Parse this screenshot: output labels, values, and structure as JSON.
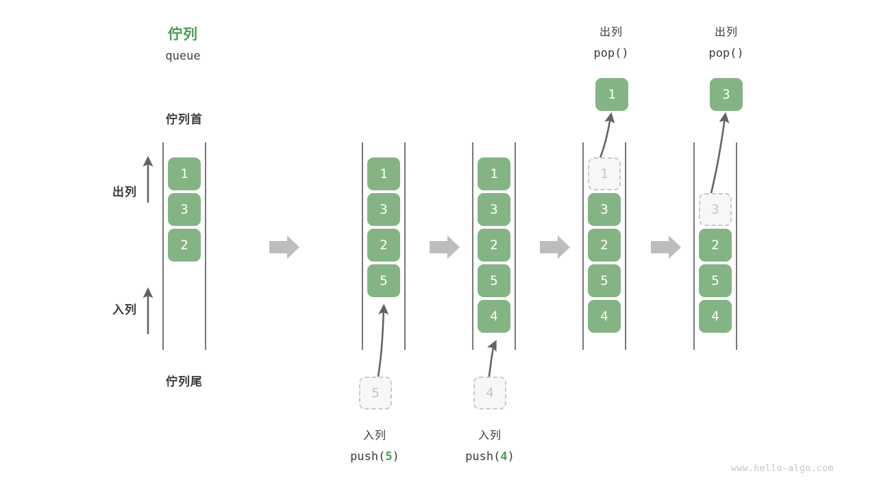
{
  "diagram": {
    "title_cn": "佇列",
    "title_en": "queue",
    "head_label": "佇列首",
    "tail_label": "佇列尾",
    "dequeue_label": "出列",
    "enqueue_label": "入列",
    "watermark": "www.hello-algo.com",
    "colors": {
      "cell_fill": "#84b484",
      "cell_text": "#ffffff",
      "ghost_fill": "#f7f7f7",
      "ghost_border": "#c9c9c9",
      "ghost_text": "#c4c4c4",
      "accent_green": "#4c9a58",
      "rail": "#555555",
      "step_arrow": "#bdbdbd",
      "motion_arrow": "#636363",
      "text": "#3b3b3b",
      "watermark": "#c4c4c4"
    }
  },
  "stages": [
    {
      "id": "stage-initial",
      "cells": [
        {
          "value": "1",
          "ghost": false
        },
        {
          "value": "3",
          "ghost": false
        },
        {
          "value": "2",
          "ghost": false
        }
      ],
      "op_cn": "",
      "op_code": "",
      "op_arg": "",
      "floating": null,
      "pending": null
    },
    {
      "id": "stage-push-5",
      "cells": [
        {
          "value": "1",
          "ghost": false
        },
        {
          "value": "3",
          "ghost": false
        },
        {
          "value": "2",
          "ghost": false
        },
        {
          "value": "5",
          "ghost": false
        }
      ],
      "op_cn": "入列",
      "op_code_prefix": "push(",
      "op_arg": "5",
      "op_code_suffix": ")",
      "floating": null,
      "pending": {
        "value": "5"
      }
    },
    {
      "id": "stage-push-4",
      "cells": [
        {
          "value": "1",
          "ghost": false
        },
        {
          "value": "3",
          "ghost": false
        },
        {
          "value": "2",
          "ghost": false
        },
        {
          "value": "5",
          "ghost": false
        },
        {
          "value": "4",
          "ghost": false
        }
      ],
      "op_cn": "入列",
      "op_code_prefix": "push(",
      "op_arg": "4",
      "op_code_suffix": ")",
      "floating": null,
      "pending": {
        "value": "4"
      }
    },
    {
      "id": "stage-pop-1",
      "cells": [
        {
          "value": "1",
          "ghost": true
        },
        {
          "value": "3",
          "ghost": false
        },
        {
          "value": "2",
          "ghost": false
        },
        {
          "value": "5",
          "ghost": false
        },
        {
          "value": "4",
          "ghost": false
        }
      ],
      "op_cn": "出列",
      "op_code_prefix": "pop(",
      "op_arg": "",
      "op_code_suffix": ")",
      "floating": {
        "value": "1"
      },
      "pending": null
    },
    {
      "id": "stage-pop-3",
      "cells": [
        {
          "value": "3",
          "ghost": true
        },
        {
          "value": "2",
          "ghost": false
        },
        {
          "value": "5",
          "ghost": false
        },
        {
          "value": "4",
          "ghost": false
        }
      ],
      "op_cn": "出列",
      "op_code_prefix": "pop(",
      "op_arg": "",
      "op_code_suffix": ")",
      "floating": {
        "value": "3"
      },
      "pending": null
    }
  ],
  "step_arrows": [
    {
      "id": "step-arrow-1"
    },
    {
      "id": "step-arrow-2"
    },
    {
      "id": "step-arrow-3"
    },
    {
      "id": "step-arrow-4"
    }
  ]
}
